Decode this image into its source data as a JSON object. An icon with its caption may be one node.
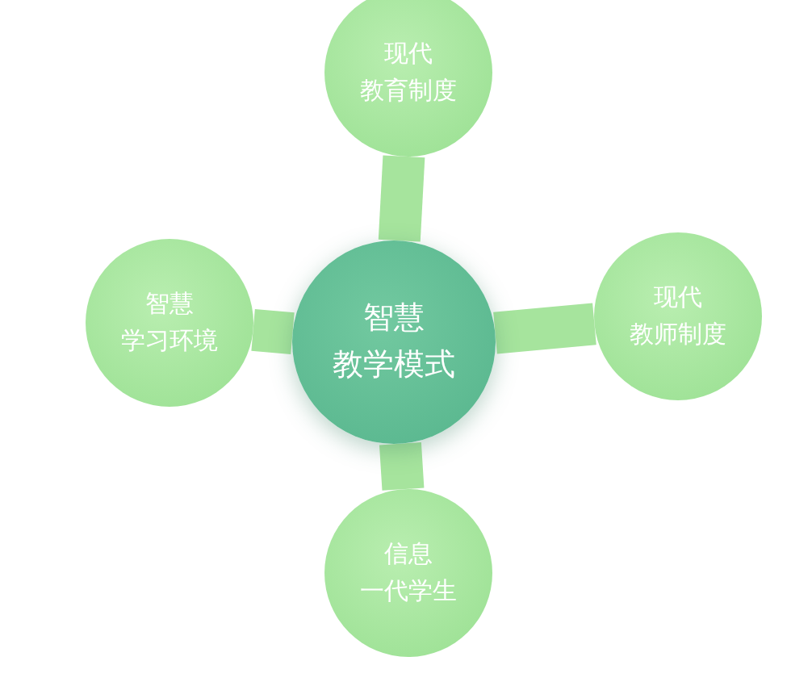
{
  "diagram": {
    "nodes": [
      {
        "text": [
          "现代教育制度"
        ]
      },
      {
        "text": [
          "智慧学习环境"
        ]
      },
      {
        "text": [
          "智慧教学模式"
        ]
      },
      {
        "text": [
          "现代教师制度"
        ]
      },
      {
        "text": [
          "信息一代学生"
        ]
      }
    ],
    "edges": [
      {
        "from": 2,
        "to": 0,
        "arrow": "none"
      },
      {
        "from": 2,
        "to": 1,
        "arrow": "none"
      },
      {
        "from": 2,
        "to": 3,
        "arrow": "none"
      },
      {
        "from": 2,
        "to": 4,
        "arrow": "none"
      }
    ]
  }
}
